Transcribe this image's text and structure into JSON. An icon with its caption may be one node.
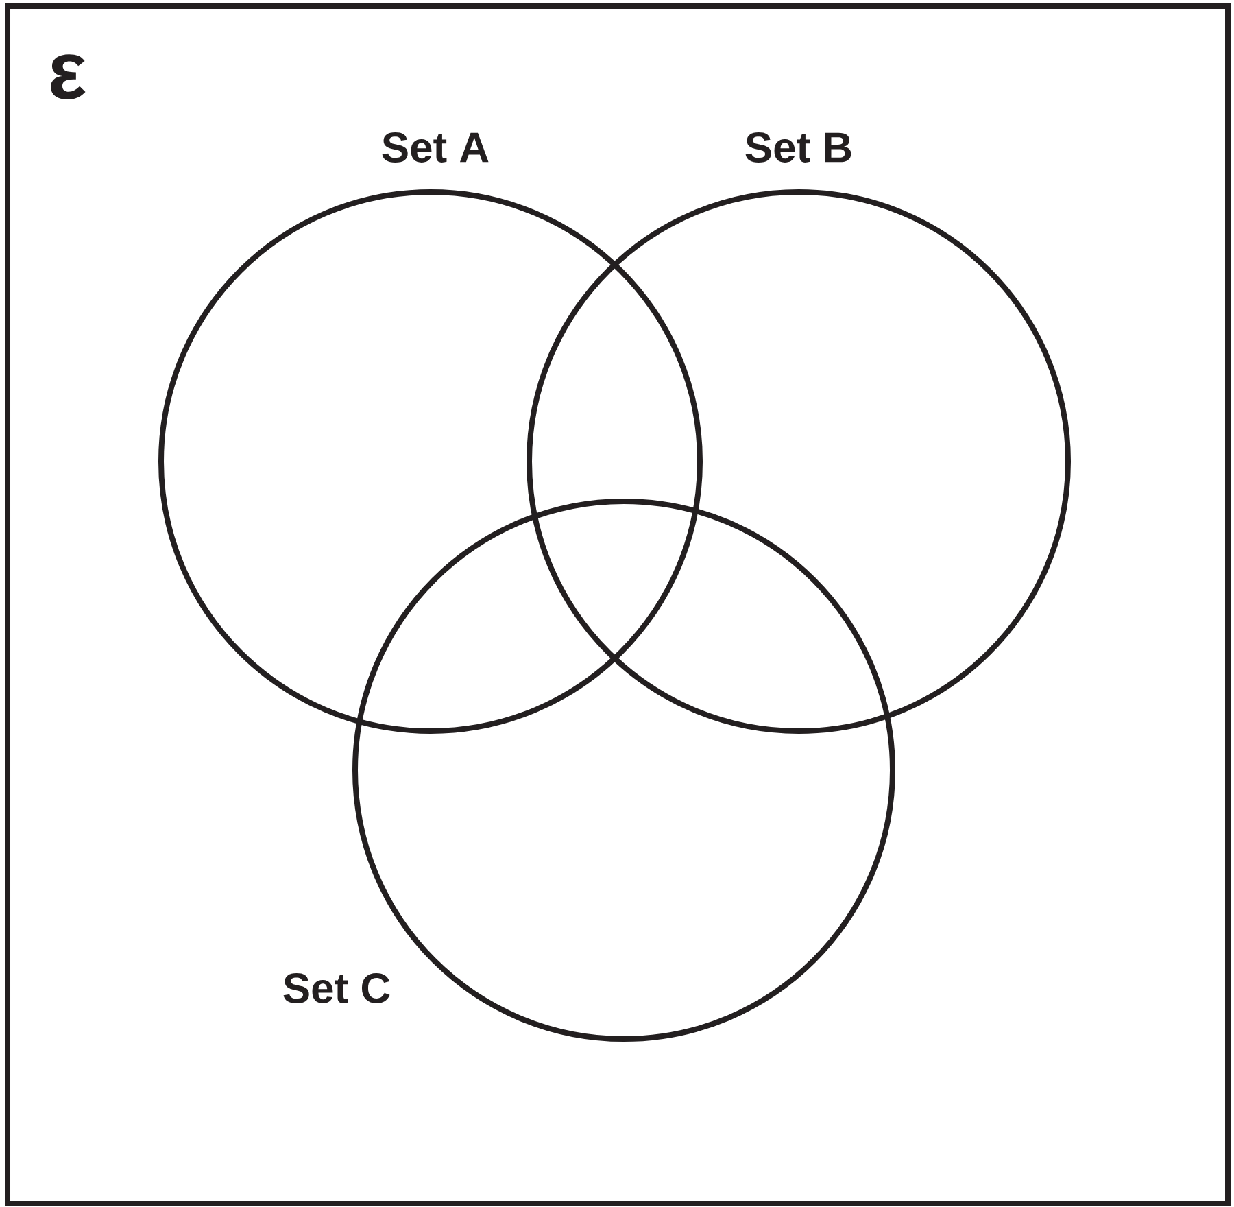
{
  "diagram": {
    "nodes": [
      {
        "text": [
          "ε"
        ]
      },
      {
        "text": [
          "Set A"
        ],
        "in": 0
      },
      {
        "text": [
          "Set B"
        ],
        "in": 0
      },
      {
        "text": [
          "Set C"
        ],
        "in": 0
      }
    ]
  }
}
